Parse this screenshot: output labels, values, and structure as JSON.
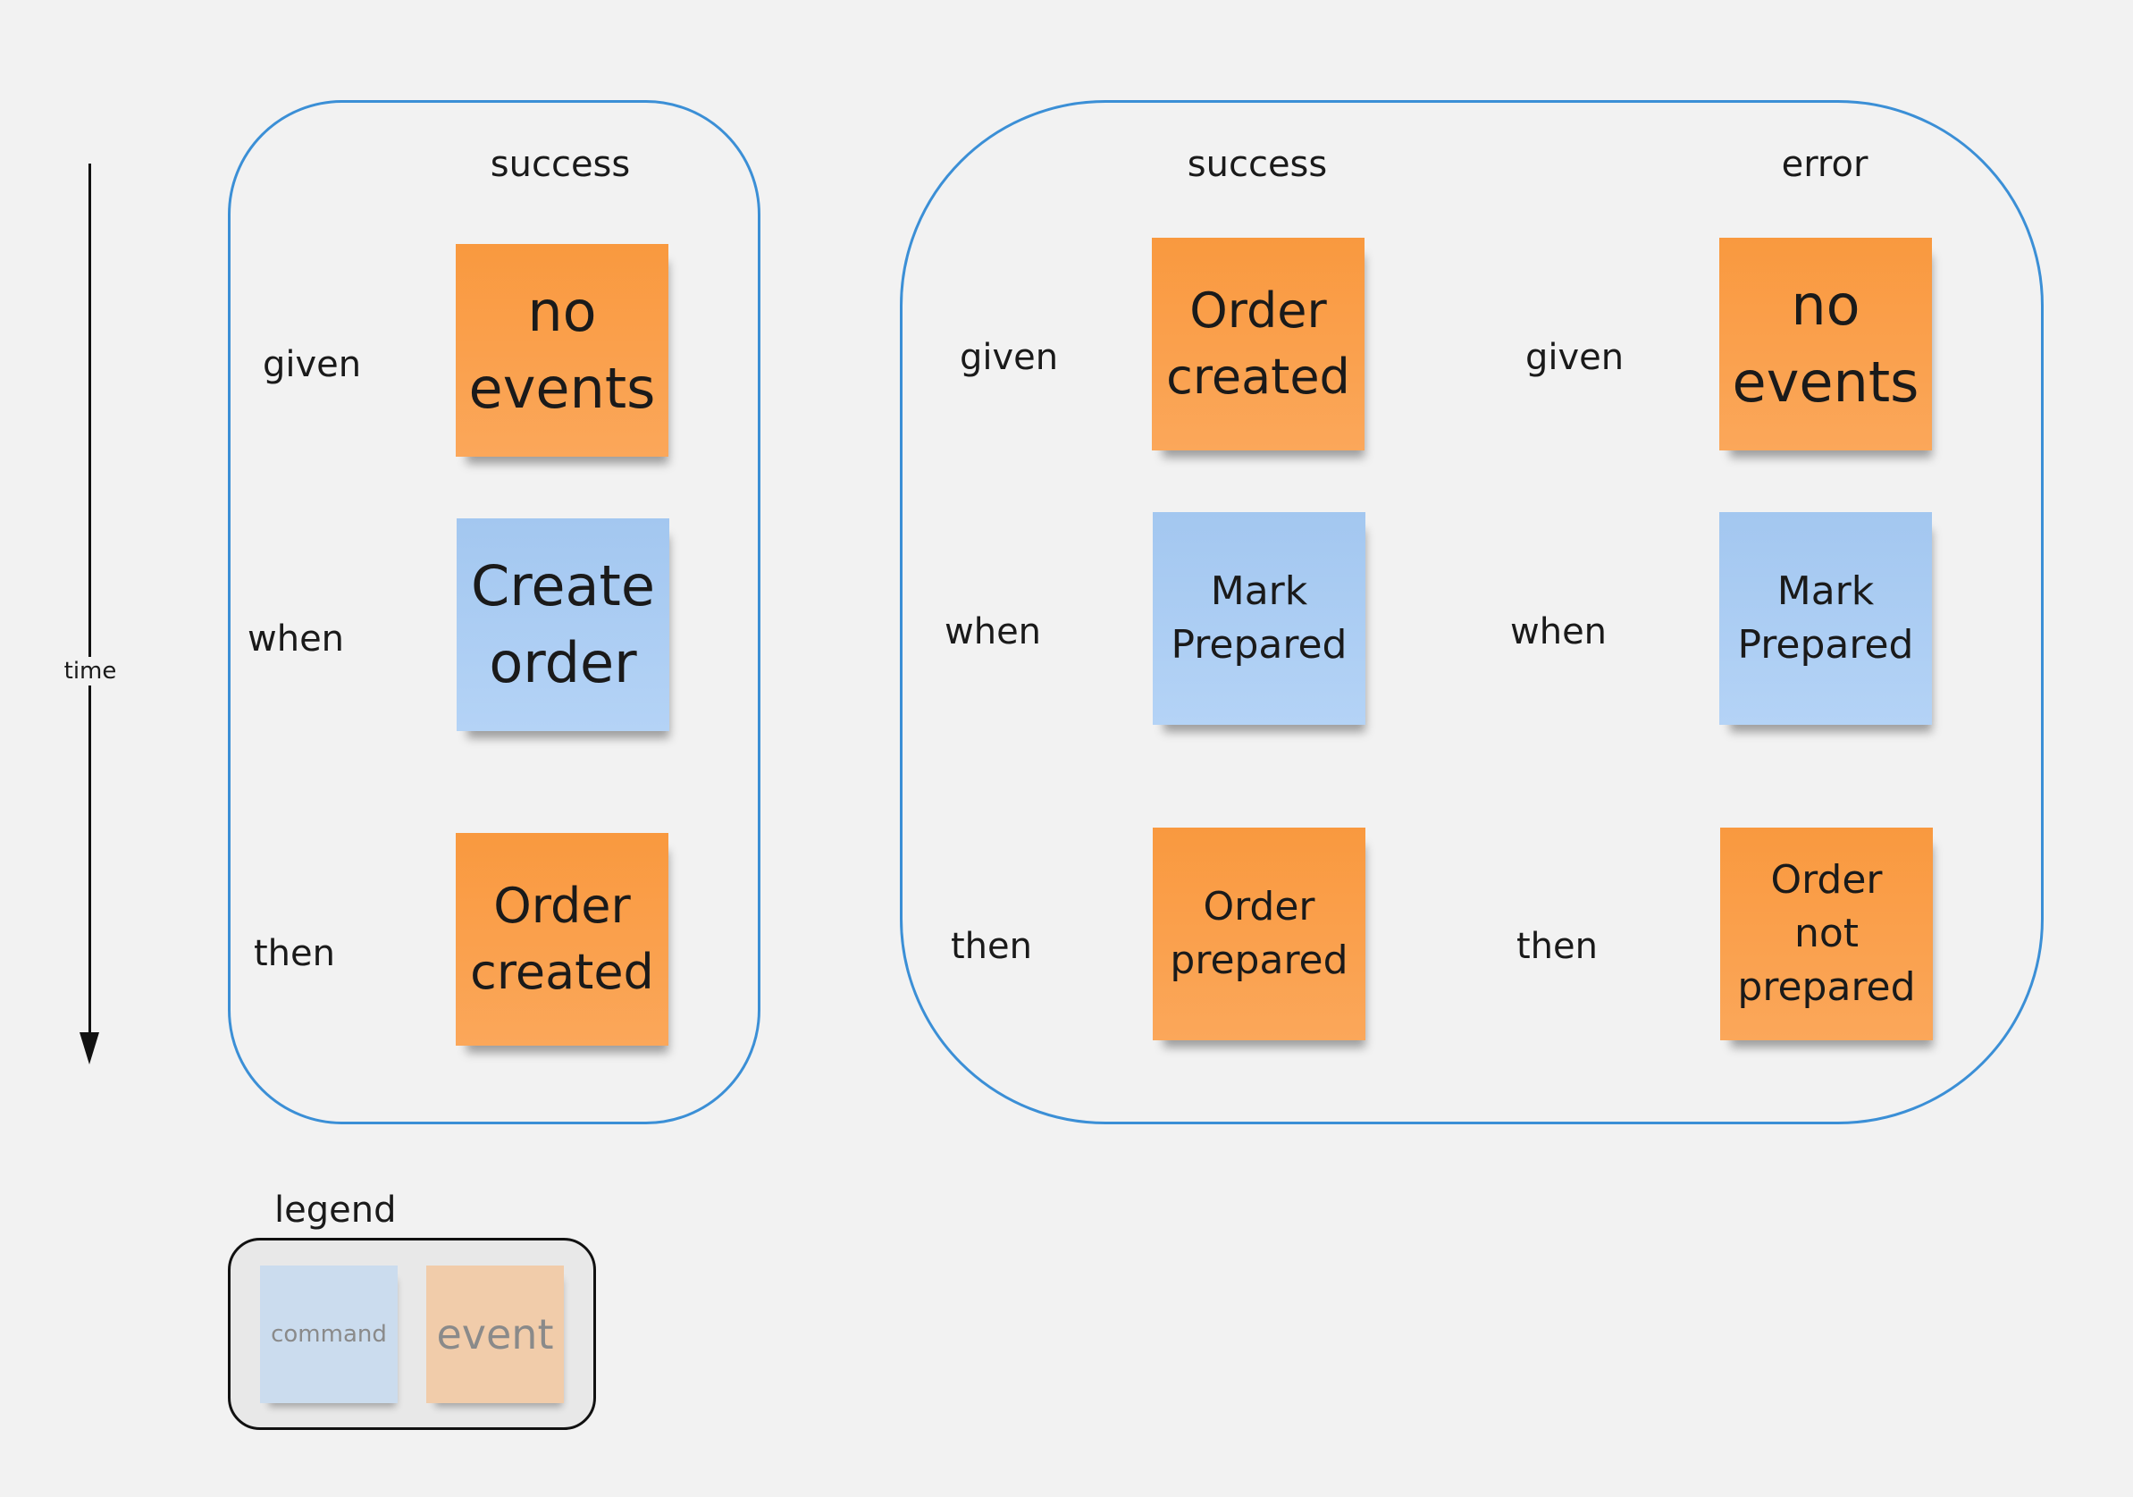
{
  "timeline": {
    "label": "time"
  },
  "scenarios": [
    {
      "columns": [
        {
          "heading": "success",
          "rows": [
            {
              "label": "given",
              "note": {
                "kind": "event",
                "text": "no\nevents"
              }
            },
            {
              "label": "when",
              "note": {
                "kind": "command",
                "text": "Create\norder"
              }
            },
            {
              "label": "then",
              "note": {
                "kind": "event",
                "text": "Order\ncreated"
              }
            }
          ]
        }
      ]
    },
    {
      "columns": [
        {
          "heading": "success",
          "rows": [
            {
              "label": "given",
              "note": {
                "kind": "event",
                "text": "Order\ncreated"
              }
            },
            {
              "label": "when",
              "note": {
                "kind": "command",
                "text": "Mark\nPrepared"
              }
            },
            {
              "label": "then",
              "note": {
                "kind": "event",
                "text": "Order\nprepared"
              }
            }
          ]
        },
        {
          "heading": "error",
          "rows": [
            {
              "label": "given",
              "note": {
                "kind": "event",
                "text": "no\nevents"
              }
            },
            {
              "label": "when",
              "note": {
                "kind": "command",
                "text": "Mark\nPrepared"
              }
            },
            {
              "label": "then",
              "note": {
                "kind": "event",
                "text": "Order\nnot\nprepared"
              }
            }
          ]
        }
      ]
    }
  ],
  "legend": {
    "title": "legend",
    "command_label": "command",
    "event_label": "event"
  },
  "colors": {
    "event": "#f9993f",
    "command": "#a3c7f0",
    "frame": "#3b8fd6",
    "background": "#f2f2f2"
  }
}
